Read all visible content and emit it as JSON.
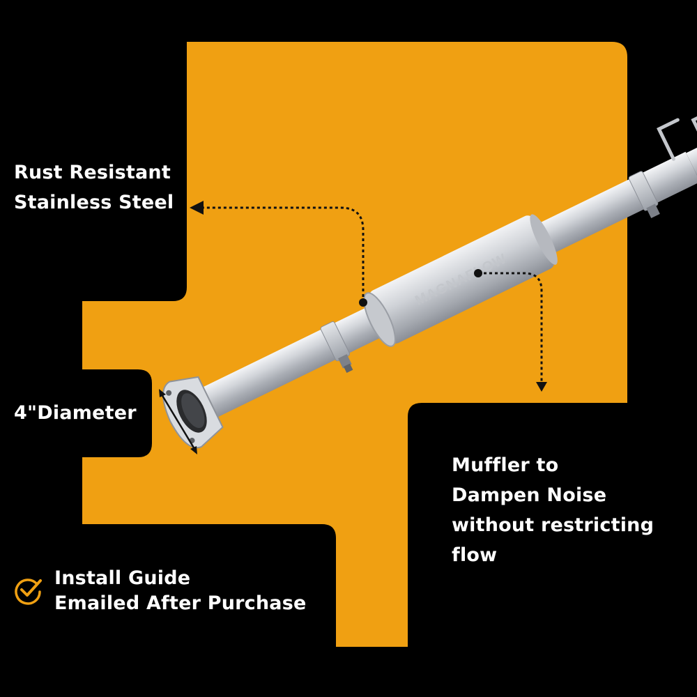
{
  "colors": {
    "background": "#000000",
    "accent": "#F0A012",
    "text": "#FFFFFF"
  },
  "features": {
    "rust_line1": "Rust Resistant",
    "rust_line2": "Stainless Steel",
    "diameter": "4\"Diameter",
    "muffler_line1": "Muffler to",
    "muffler_line2": "Dampen Noise",
    "muffler_line3": "without restricting",
    "muffler_line4": "flow",
    "install_line1": "Install Guide",
    "install_line2": "Emailed After Purchase"
  },
  "icons": {
    "checkmark": "check-circle-icon"
  },
  "product": {
    "brand_mark": "MAGNAFLOW"
  }
}
